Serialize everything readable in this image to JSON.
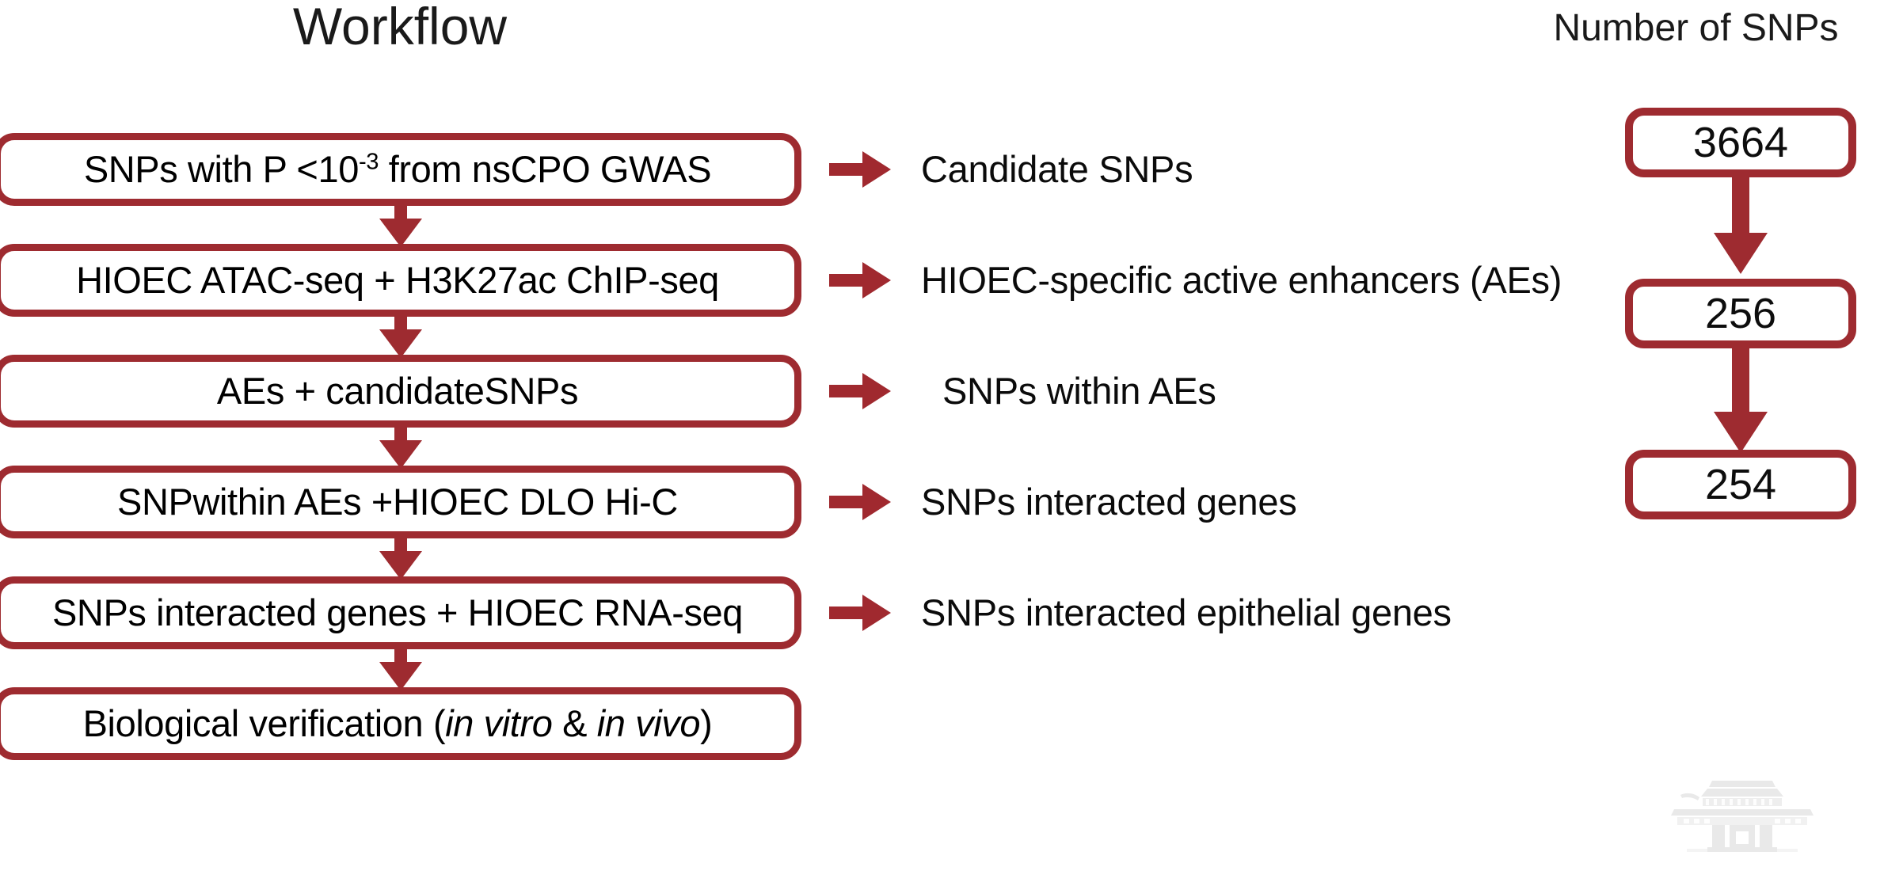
{
  "titles": {
    "workflow": "Workflow",
    "number_of_snps": "Number of SNPs"
  },
  "colors": {
    "accent_red": "#9E2B30",
    "arrow_red": "#A0292F",
    "text_black": "#000000",
    "background": "#FFFFFF"
  },
  "workflow_steps": [
    {
      "step_html": "SNPs with P &lt;10<sup>-3</sup> from nsCPO GWAS",
      "outcome": "Candidate SNPs"
    },
    {
      "step_html": "HIOEC ATAC-seq + H3K27ac ChIP-seq",
      "outcome": "HIOEC-specific active enhancers (AEs)"
    },
    {
      "step_html": "AEs + candidateSNPs",
      "outcome": "SNPs within AEs"
    },
    {
      "step_html": "SNPwithin AEs +HIOEC DLO Hi-C",
      "outcome": "SNPs interacted genes"
    },
    {
      "step_html": "SNPs interacted genes + HIOEC RNA-seq",
      "outcome": "SNPs  interacted epithelial genes"
    },
    {
      "step_html": "Biological verification (<i>in vitro</i> &amp; <i>in vivo</i>)",
      "outcome": ""
    }
  ],
  "snp_counts": [
    {
      "value": "3664",
      "aligned_step": 1
    },
    {
      "value": "256",
      "aligned_step": 3
    },
    {
      "value": "254",
      "aligned_step": 5
    }
  ],
  "icons": {
    "right_arrow": "right-arrow-icon",
    "down_arrow": "down-arrow-icon",
    "watermark": "institution-gate-watermark-icon"
  }
}
